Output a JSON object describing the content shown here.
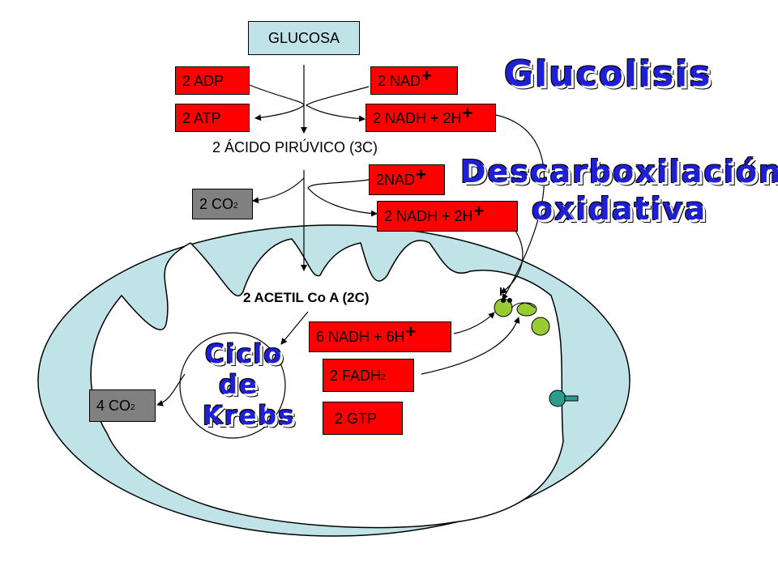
{
  "boxes": {
    "glucosa": "GLUCOSA",
    "adp": "2 ADP",
    "atp": "2 ATP",
    "nad1": "2 NAD",
    "nadh1": "2 NADH + 2H",
    "nad2": "2NAD",
    "nadh2": "2 NADH + 2H",
    "co2_a_prefix": "2 CO",
    "co2_a_sub": "2",
    "nadh3": "6 NADH + 6H",
    "fadh_prefix": "2 FADH",
    "fadh_sub": "2",
    "gtp": "2 GTP",
    "co2_b_prefix": "4 CO",
    "co2_b_sub": "2",
    "plus": "+"
  },
  "labels": {
    "piruvico": "2 ÁCIDO PIRÚVICO (3C)",
    "acetil": "2 ACETIL Co A (2C)"
  },
  "titles": {
    "glucolisis": "Glucolisis",
    "descarbox_1": "Descarboxilación",
    "descarbox_2": "oxidativa",
    "ciclo_1": "Ciclo",
    "ciclo_2": "de",
    "ciclo_3": "Krebs"
  },
  "colors": {
    "red_box": "#ff0000",
    "gray_box": "#808080",
    "glucose_box": "#bfe3e6",
    "mitochondrion": "#bfe3e6",
    "title_blue": "#1f1fd6",
    "protein_green": "#99cc33",
    "atp_synthase": "#2a9d8f"
  }
}
